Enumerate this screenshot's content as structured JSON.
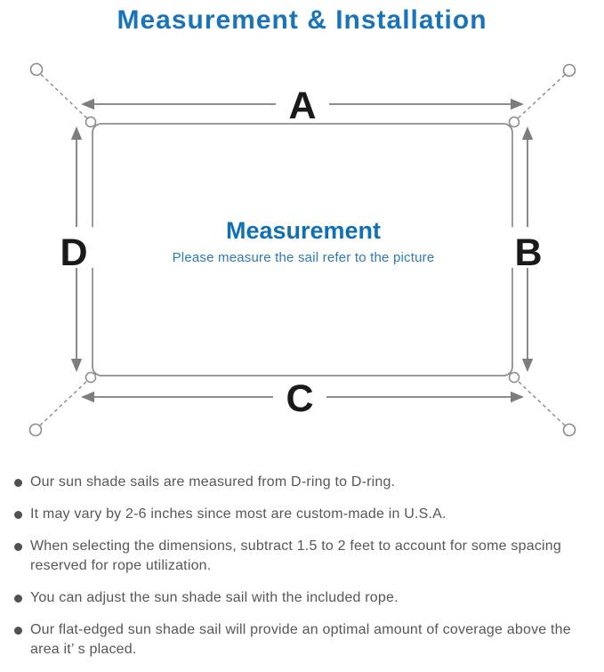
{
  "page": {
    "title": "Measurement & Installation"
  },
  "diagram": {
    "labels": {
      "top": "A",
      "right": "B",
      "bottom": "C",
      "left": "D"
    },
    "center_title": "Measurement",
    "center_subtitle": "Please measure the sail refer to the picture"
  },
  "notes": {
    "items": [
      "Our sun shade sails are measured from D-ring to D-ring.",
      "It may vary by 2-6 inches since most are custom-made in U.S.A.",
      "When selecting the dimensions, subtract 1.5 to 2 feet to account for some spacing reserved for rope utilization.",
      "You can adjust the sun shade sail with the included rope.",
      "Our flat-edged sun shade sail will provide an optimal amount of coverage above the area it’ s placed."
    ]
  },
  "colors": {
    "title_blue": "#1a74ba",
    "center_title_blue": "#1170b4",
    "center_subtitle_blue": "#2f79b6",
    "dimension_label_black": "#1a1a1a",
    "sail_outline_gray": "#8f8f8f",
    "rope_dash_gray": "#8a8a8a",
    "arrow_gray": "#7d7d7d",
    "note_text_gray": "#57575a"
  }
}
